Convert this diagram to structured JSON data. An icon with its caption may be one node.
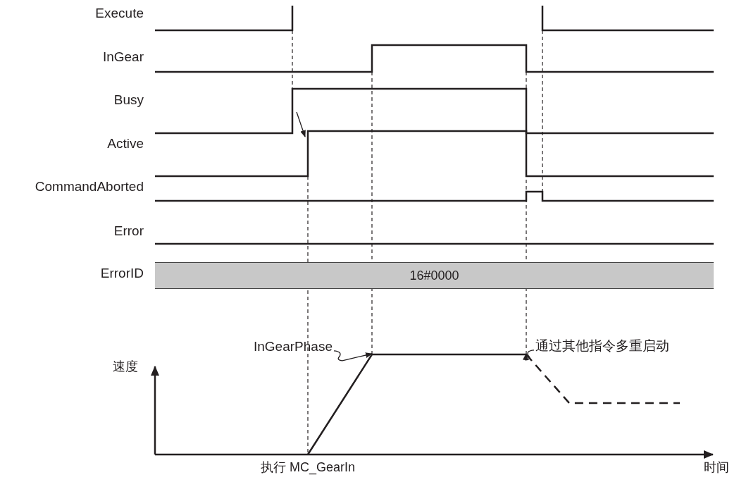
{
  "diagram": {
    "nodes": [
      {
        "text": [
          "16#0000"
        ]
      },
      {
        "text": [
          "InGearPhase"
        ]
      },
      {
        "text": [
          "通过其他指令多重启动"
        ]
      },
      {
        "text": [],
        "shape": "line"
      }
    ],
    "edges": [
      {
        "from": 1,
        "to": 3,
        "arrow": "to"
      },
      {
        "from": 2,
        "to": 3,
        "arrow": "to"
      }
    ],
    "labels": [
      "Execute",
      "InGear",
      "Busy",
      "Active",
      "CommandAborted",
      "Error",
      "ErrorID",
      "速度",
      "时间",
      "执行 MC_GearIn"
    ]
  }
}
